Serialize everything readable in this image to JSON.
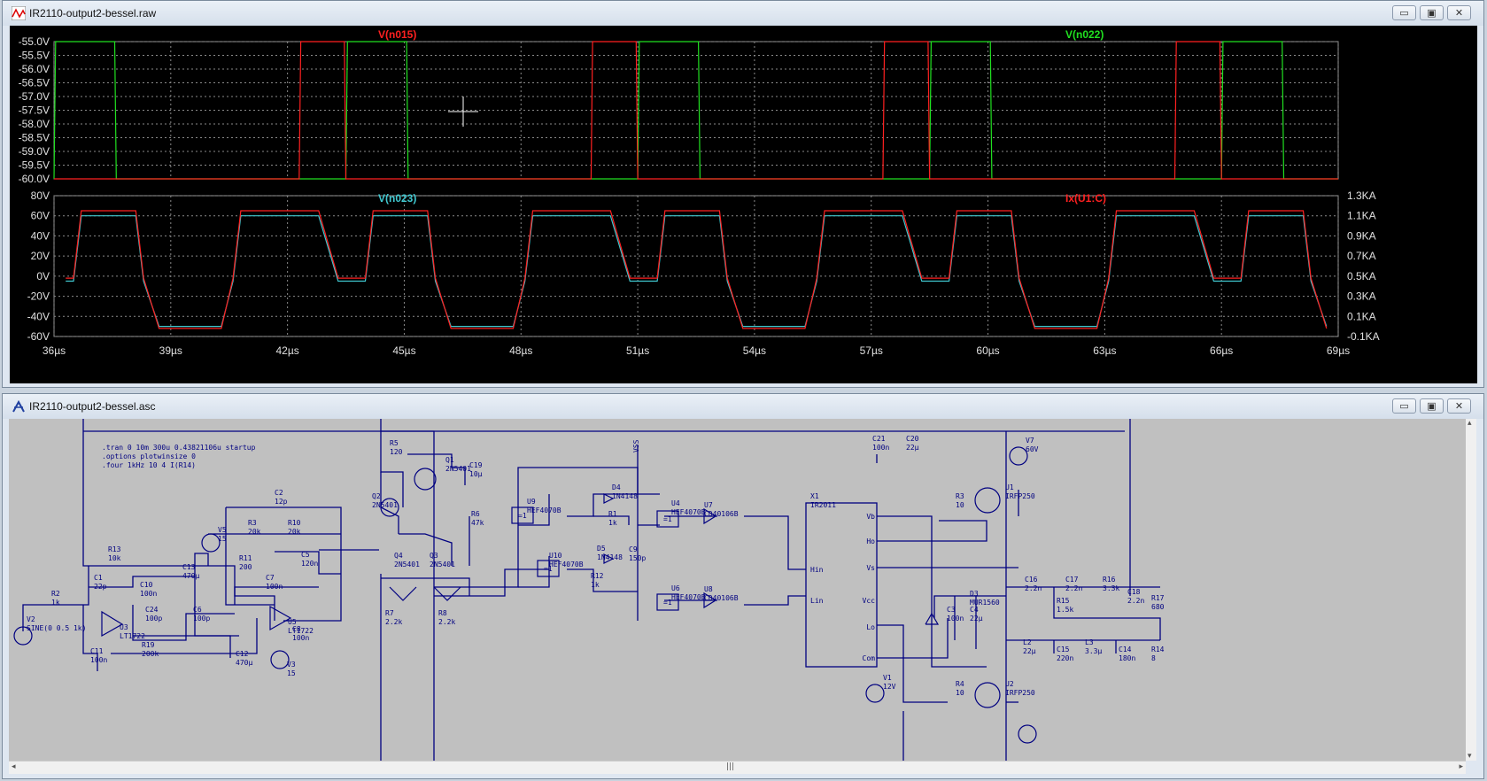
{
  "waveform_window": {
    "title": "IR2110-output2-bessel.raw",
    "buttons": {
      "minimize": "▭",
      "maximize": "▣",
      "close": "✕"
    }
  },
  "pane1": {
    "y_ticks": [
      "-55.0V",
      "-55.5V",
      "-56.0V",
      "-56.5V",
      "-57.0V",
      "-57.5V",
      "-58.0V",
      "-58.5V",
      "-59.0V",
      "-59.5V",
      "-60.0V"
    ],
    "traces": [
      {
        "name": "V(n015)",
        "color": "#ff2020"
      },
      {
        "name": "V(n022)",
        "color": "#20e020"
      }
    ]
  },
  "pane2": {
    "y_ticks_left": [
      "80V",
      "60V",
      "40V",
      "20V",
      "0V",
      "-20V",
      "-40V",
      "-60V"
    ],
    "y_ticks_right": [
      "1.3KA",
      "1.1KA",
      "0.9KA",
      "0.7KA",
      "0.5KA",
      "0.3KA",
      "0.1KA",
      "-0.1KA"
    ],
    "traces": [
      {
        "name": "V(n023)",
        "color": "#40c8d0"
      },
      {
        "name": "Ix(U1:C)",
        "color": "#ff2020"
      }
    ]
  },
  "x_ticks": [
    "36µs",
    "39µs",
    "42µs",
    "45µs",
    "48µs",
    "51µs",
    "54µs",
    "57µs",
    "60µs",
    "63µs",
    "66µs",
    "69µs"
  ],
  "schematic_window": {
    "title": "IR2110-output2-bessel.asc",
    "buttons": {
      "minimize": "▭",
      "maximize": "▣",
      "close": "✕"
    },
    "directives": [
      ".tran 0 10m 300u 0.43821106u startup",
      ".options plotwinsize 0",
      ".four 1kHz 10 4 I(R14)"
    ],
    "components": {
      "R5": "120",
      "R6": "47k",
      "R7": "2.2k",
      "R8": "2.2k",
      "R13": "10k",
      "R2": "1k",
      "R3": "20k",
      "R10": "20k",
      "R11": "200",
      "R19": "200k",
      "C2": "12p",
      "C1": "22p",
      "C10": "100n",
      "C13": "470µ",
      "C12": "470µ",
      "C11": "100n",
      "C24": "100p",
      "C6": "100p",
      "C7": "100n",
      "C5": "120n",
      "C8": "100n",
      "C19": "10µ",
      "C9": "150p",
      "C21": "100n",
      "C20": "22µ",
      "C16": "2.2n",
      "C17": "2.2n",
      "C18": "2.2n",
      "C3": "100n",
      "C4": "22µ",
      "C15": "220n",
      "C14": "180n",
      "R16": "3.3k",
      "R15": "1.5k",
      "R17": "680",
      "R14": "8",
      "R3b": "10",
      "R4": "10",
      "R1": "1k",
      "R12": "1k",
      "L2": "22µ",
      "L3": "3.3µ",
      "V2": "SINE(0 0.5 1k)",
      "V5": "15",
      "V3": "15",
      "V7": "60V",
      "V1": "12V",
      "U3": "LT1722",
      "U5": "LT1722",
      "U9": "HEF4070B",
      "U10": "HEF4070B",
      "U4": "HEF4070B",
      "U6": "HEF4070B",
      "U7": "CD40106B",
      "U8": "CD40106B",
      "X1": "IR2011",
      "U1": "IRFP250",
      "U2": "IRFP250",
      "D4": "1N4148",
      "D5": "1N4148",
      "D3": "MUR1560",
      "Q1": "2N5401",
      "Q2": "2N5401",
      "Q4": "2N5401",
      "Q3": "2N5401"
    },
    "pins": [
      "Vb",
      "Ho",
      "Vs",
      "Hin",
      "Lin",
      "Vcc",
      "Lo",
      "Com"
    ],
    "vss_label": "VSS",
    "gate_label": "=1"
  },
  "scrollbar": {
    "grip": "|||",
    "left": "◂",
    "right": "▸",
    "up": "▴",
    "down": "▾"
  }
}
